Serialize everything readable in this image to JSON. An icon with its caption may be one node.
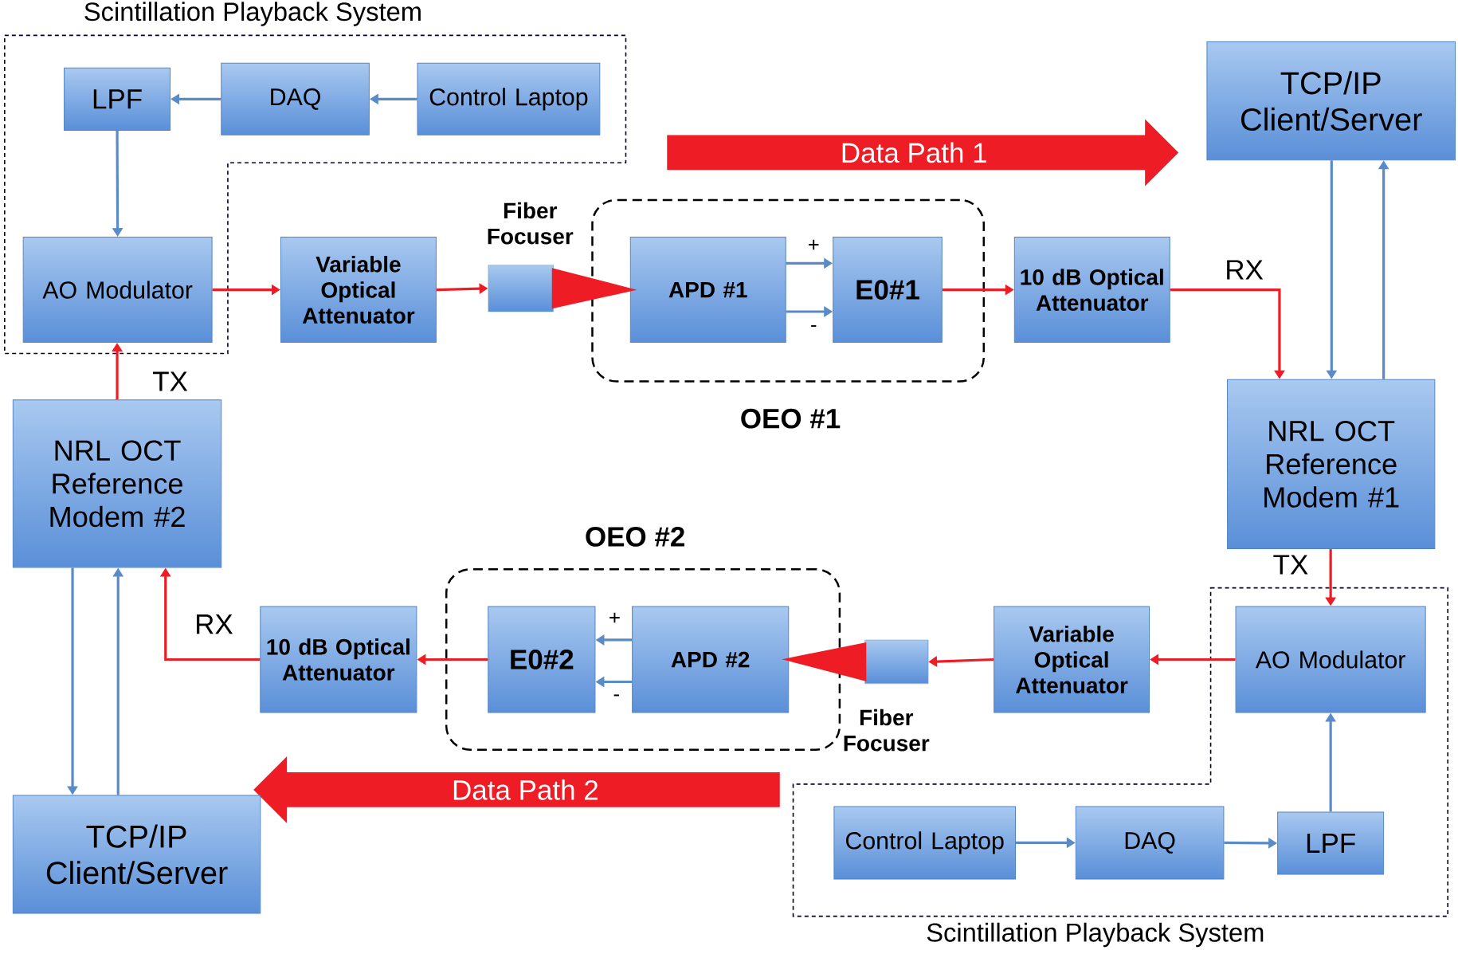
{
  "diagram": {
    "nodes": [
      {
        "text": [
          "Scintillation Playback System"
        ]
      },
      {
        "text": [
          "LPF"
        ],
        "in": 0
      },
      {
        "text": [
          "DAQ"
        ],
        "in": 0
      },
      {
        "text": [
          "Control Laptop"
        ],
        "in": 0
      },
      {
        "text": [
          "TCP/IP Client/Server"
        ]
      },
      {
        "text": [
          "AO Modulator"
        ],
        "in": 0
      },
      {
        "text": [
          "Variable Optical Attenuator"
        ]
      },
      {
        "text": [],
        "shape": "cylinder",
        "beside": [
          "Fiber Focuser"
        ]
      },
      {
        "text": [
          "OEO #1"
        ]
      },
      {
        "text": [
          "APD #1"
        ],
        "in": 8
      },
      {
        "text": [
          "E0#1"
        ],
        "in": 8
      },
      {
        "text": [
          "10 dB Optical Attenuator"
        ]
      },
      {
        "text": [
          "NRL OCT Reference Modem #1"
        ]
      },
      {
        "text": [
          "NRL OCT Reference Modem #2"
        ]
      },
      {
        "text": [
          "OEO #2"
        ]
      },
      {
        "text": [
          "E0#2"
        ],
        "in": 14
      },
      {
        "text": [
          "APD #2"
        ],
        "in": 14
      },
      {
        "text": [],
        "shape": "cylinder",
        "beside": [
          "Fiber Focuser"
        ]
      },
      {
        "text": [
          "Variable Optical Attenuator"
        ]
      },
      {
        "text": [
          "Scintillation Playback System"
        ]
      },
      {
        "text": [
          "AO Modulator"
        ],
        "in": 19
      },
      {
        "text": [
          "10 dB Optical Attenuator"
        ]
      },
      {
        "text": [
          "TCP/IP Client/Server"
        ]
      },
      {
        "text": [
          "Control Laptop"
        ],
        "in": 19
      },
      {
        "text": [
          "DAQ"
        ],
        "in": 19
      },
      {
        "text": [
          "LPF"
        ],
        "in": 19
      }
    ],
    "edges": [
      {
        "from": 3,
        "to": 2,
        "arrow": "to"
      },
      {
        "from": 2,
        "to": 1,
        "arrow": "to"
      },
      {
        "from": 1,
        "to": 5,
        "arrow": "to"
      },
      {
        "from": 13,
        "to": 5,
        "arrow": "to",
        "label": "TX",
        "color": "#ee1c24"
      },
      {
        "from": 5,
        "to": 6,
        "arrow": "to",
        "color": "#ee1c24"
      },
      {
        "from": 6,
        "to": 7,
        "arrow": "to",
        "color": "#ee1c24"
      },
      {
        "from": 7,
        "to": 9,
        "arrow": "to",
        "style": "thick",
        "color": "#ee1c24"
      },
      {
        "from": 9,
        "to": 10,
        "arrow": "to",
        "label": "+"
      },
      {
        "from": 9,
        "to": 10,
        "arrow": "to",
        "label": "-"
      },
      {
        "from": 10,
        "to": 11,
        "arrow": "to",
        "color": "#ee1c24"
      },
      {
        "from": 11,
        "to": 12,
        "arrow": "to",
        "label": "RX",
        "color": "#ee1c24"
      },
      {
        "from": 4,
        "to": 12,
        "arrow": "to"
      },
      {
        "from": 12,
        "to": 4,
        "arrow": "to"
      },
      {
        "from": 12,
        "to": 20,
        "arrow": "to",
        "label": "TX",
        "color": "#ee1c24"
      },
      {
        "from": 25,
        "to": 20,
        "arrow": "to"
      },
      {
        "from": 23,
        "to": 24,
        "arrow": "to"
      },
      {
        "from": 24,
        "to": 25,
        "arrow": "to"
      },
      {
        "from": 20,
        "to": 18,
        "arrow": "to",
        "color": "#ee1c24"
      },
      {
        "from": 18,
        "to": 17,
        "arrow": "to",
        "color": "#ee1c24"
      },
      {
        "from": 17,
        "to": 16,
        "arrow": "to",
        "style": "thick",
        "color": "#ee1c24"
      },
      {
        "from": 16,
        "to": 15,
        "arrow": "to",
        "label": "+"
      },
      {
        "from": 16,
        "to": 15,
        "arrow": "to",
        "label": "-"
      },
      {
        "from": 15,
        "to": 21,
        "arrow": "to",
        "color": "#ee1c24"
      },
      {
        "from": 21,
        "to": 13,
        "arrow": "to",
        "label": "RX",
        "color": "#ee1c24"
      },
      {
        "from": 13,
        "to": 22,
        "arrow": "to"
      },
      {
        "from": 22,
        "to": 13,
        "arrow": "to"
      }
    ],
    "labels": [
      "Data Path 1",
      "Data Path 2"
    ]
  }
}
